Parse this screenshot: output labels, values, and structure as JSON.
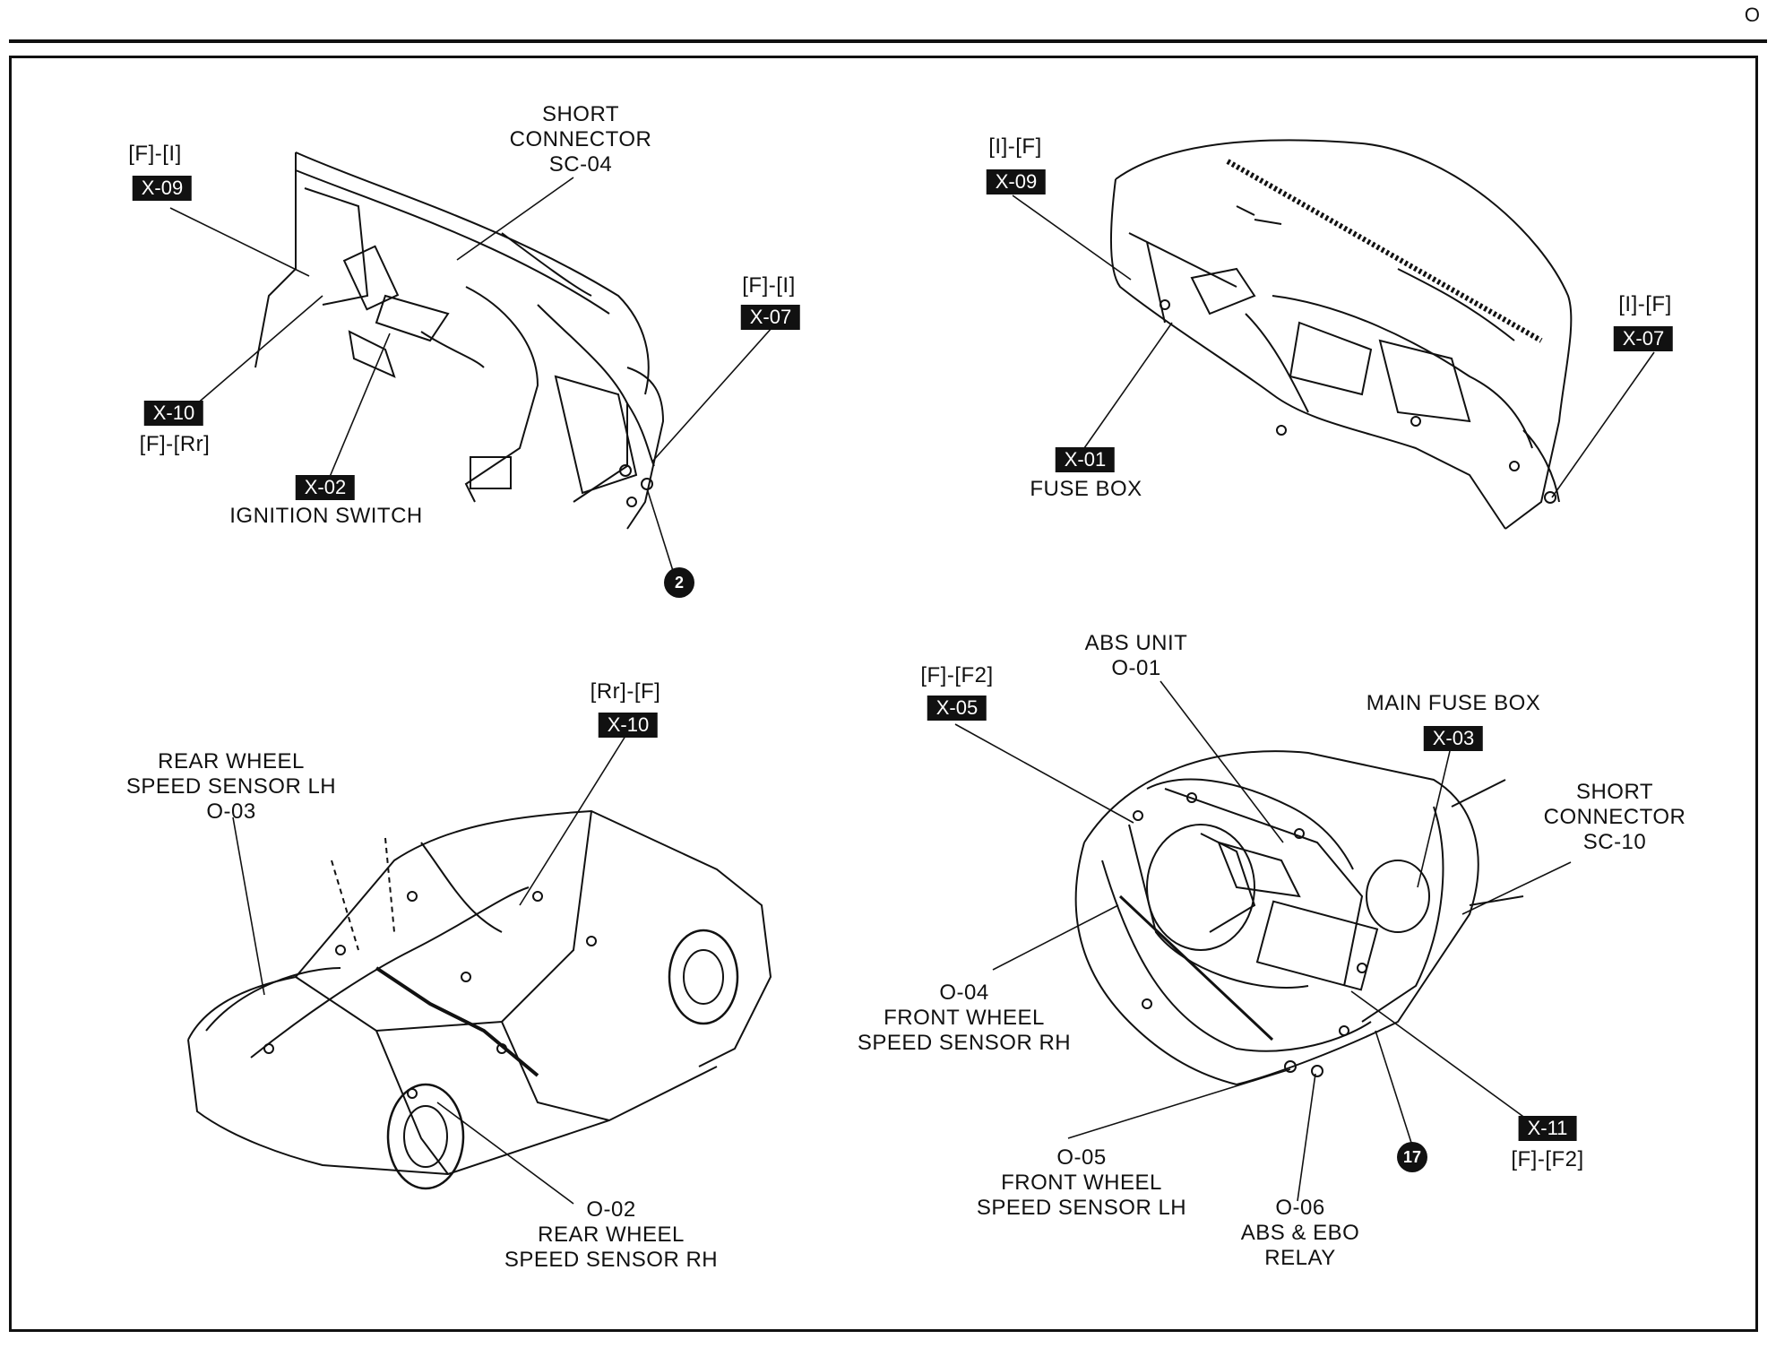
{
  "page": {
    "corner_letter": "O"
  },
  "panels": {
    "dash_left": {
      "x09_route": "[F]-[I]",
      "x09_tag": "X-09",
      "short_connector": [
        "SHORT",
        "CONNECTOR",
        "SC-04"
      ],
      "x07_route": "[F]-[I]",
      "x07_tag": "X-07",
      "x10_tag": "X-10",
      "x10_route": "[F]-[Rr]",
      "x02_tag": "X-02",
      "x02_name": "IGNITION SWITCH",
      "ground_number": "2"
    },
    "dash_right": {
      "x09_route": "[I]-[F]",
      "x09_tag": "X-09",
      "x07_route": "[I]-[F]",
      "x07_tag": "X-07",
      "x01_tag": "X-01",
      "x01_name": "FUSE BOX"
    },
    "rear_car": {
      "rear_lh": [
        "REAR WHEEL",
        "SPEED SENSOR LH",
        "O-03"
      ],
      "x10_route": "[Rr]-[F]",
      "x10_tag": "X-10",
      "rear_rh": [
        "O-02",
        "REAR WHEEL",
        "SPEED SENSOR RH"
      ]
    },
    "engine_bay": {
      "x05_route": "[F]-[F2]",
      "x05_tag": "X-05",
      "abs_unit": [
        "ABS UNIT",
        "O-01"
      ],
      "main_fuse_box": "MAIN FUSE BOX",
      "x03_tag": "X-03",
      "short_connector": [
        "SHORT",
        "CONNECTOR",
        "SC-10"
      ],
      "front_rh": [
        "O-04",
        "FRONT WHEEL",
        "SPEED SENSOR RH"
      ],
      "front_lh": [
        "O-05",
        "FRONT WHEEL",
        "SPEED SENSOR LH"
      ],
      "relay": [
        "O-06",
        "ABS & EBO",
        "RELAY"
      ],
      "x11_tag": "X-11",
      "x11_route": "[F]-[F2]",
      "ground_number": "17"
    }
  }
}
